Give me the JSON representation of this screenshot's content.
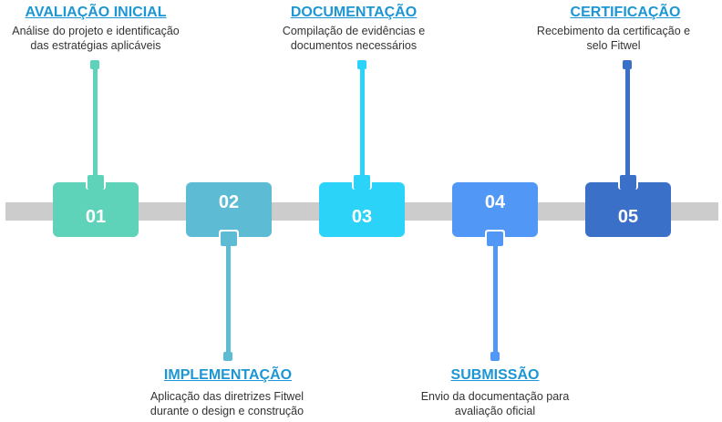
{
  "steps": [
    {
      "number": "01",
      "title": "AVALIAÇÃO INICIAL",
      "desc_line1": "Análise do projeto e identificação",
      "desc_line2": "das estratégias aplicáveis",
      "color": "#5ED3BA"
    },
    {
      "number": "02",
      "title": "IMPLEMENTAÇÃO",
      "desc_line1": "Aplicação das diretrizes Fitwel",
      "desc_line2": "durante o design e construção",
      "color": "#5DBBD4"
    },
    {
      "number": "03",
      "title": "DOCUMENTAÇÃO",
      "desc_line1": "Compilação de evidências e",
      "desc_line2": "documentos necessários",
      "color": "#2BD3F8"
    },
    {
      "number": "04",
      "title": "SUBMISSÃO",
      "desc_line1": "Envio da documentação para",
      "desc_line2": "avaliação oficial",
      "color": "#5197F5"
    },
    {
      "number": "05",
      "title": "CERTIFICAÇÃO",
      "desc_line1": "Recebimento da certificação e",
      "desc_line2": "selo Fitwel",
      "color": "#3A70C8"
    }
  ]
}
